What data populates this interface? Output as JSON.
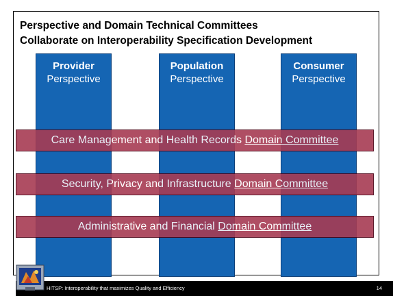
{
  "slide": {
    "title_line1": "Perspective and Domain Technical Committees",
    "title_line2": "Collaborate on Interoperability Specification Development"
  },
  "perspectives": [
    {
      "name": "Provider",
      "label": "Perspective"
    },
    {
      "name": "Population",
      "label": "Perspective"
    },
    {
      "name": "Consumer",
      "label": "Perspective"
    }
  ],
  "domains": [
    {
      "prefix": "Care Management and Health Records ",
      "committee": "Domain Committee"
    },
    {
      "prefix": "Security, Privacy and Infrastructure ",
      "committee": "Domain Committee"
    },
    {
      "prefix": "Administrative and Financial ",
      "committee": "Domain Committee"
    }
  ],
  "footer": {
    "text": "HITSP:  Interoperability that maximizes Quality and Efficiency",
    "page_number": "14"
  },
  "colors": {
    "column_blue": "#1565b3",
    "band_maroon": "#8c1932",
    "footer_black": "#000000"
  },
  "icons": {
    "logo": "hitsp-monitor-logo-icon"
  }
}
